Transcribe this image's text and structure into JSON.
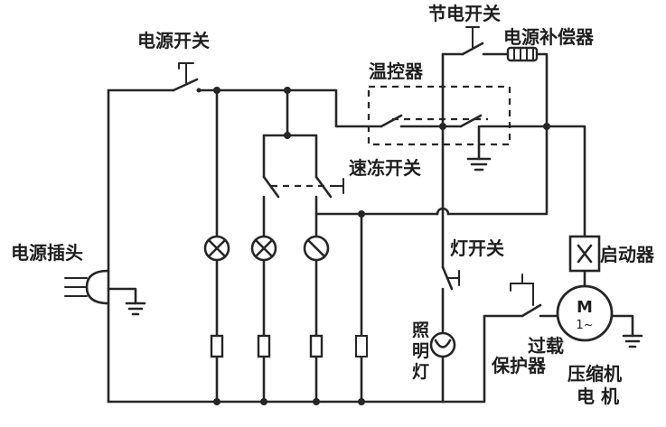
{
  "labels": {
    "power_switch": "电源开关",
    "energy_switch": "节电开关",
    "power_compensator": "电源补偿器",
    "thermostat": "温控器",
    "quick_freeze_switch": "速冻开关",
    "power_plug": "电源插头",
    "light_switch": "灯开关",
    "starter": "启动器",
    "overload_protector_line1": "过载",
    "overload_protector_line2": "保护器",
    "compressor_line1": "压缩机",
    "compressor_line2": "电 机",
    "lamp_vertical": [
      "照",
      "明",
      "灯"
    ]
  },
  "motor": {
    "letter": "M",
    "phase": "1~"
  }
}
